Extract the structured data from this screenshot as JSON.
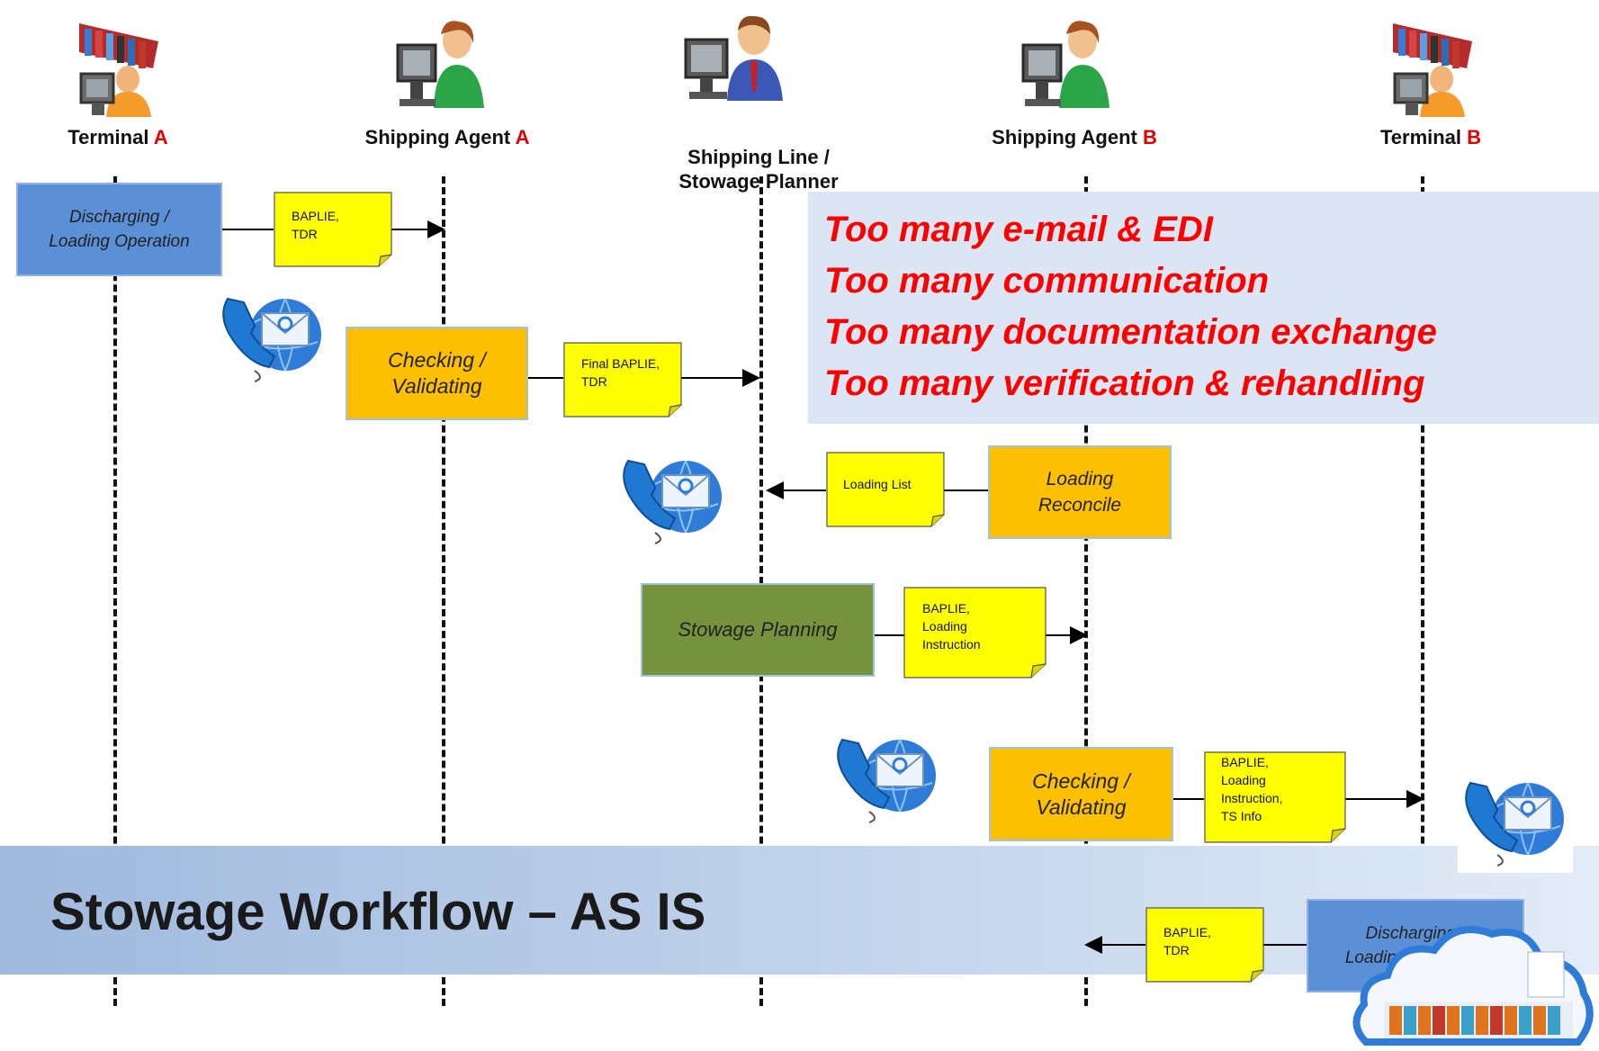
{
  "actors": [
    {
      "id": "terminal-a",
      "name": "Terminal ",
      "suffix": "A"
    },
    {
      "id": "shipping-agent-a",
      "name": "Shipping Agent ",
      "suffix": "A"
    },
    {
      "id": "shipping-line",
      "name": "Shipping Line /\nStowage Planner",
      "suffix": ""
    },
    {
      "id": "shipping-agent-b",
      "name": "Shipping Agent ",
      "suffix": "B"
    },
    {
      "id": "terminal-b",
      "name": "Terminal ",
      "suffix": "B"
    }
  ],
  "banner": {
    "lines": [
      "Too many e-mail & EDI",
      "Too many communication",
      "Too many documentation exchange",
      "Too many verification & rehandling"
    ]
  },
  "boxes": {
    "discharging_a": "Discharging /\nLoading Operation",
    "checking_a": "Checking /\nValidating",
    "loading_reconcile": "Loading\nReconcile",
    "stowage_planning": "Stowage Planning",
    "checking_b": "Checking /\nValidating",
    "discharging_b": "Discharging /\nLoading Operation"
  },
  "notes": {
    "n1": "BAPLIE,\nTDR",
    "n2": "Final BAPLIE,\nTDR",
    "n3": "Loading List",
    "n4": "BAPLIE,\nLoading\nInstruction",
    "n5": "BAPLIE,\nLoading\nInstruction,\nTS Info",
    "n6": "BAPLIE,\nTDR"
  },
  "title": "Stowage Workflow – AS IS",
  "colors": {
    "blue_box": "#5b8fd6",
    "orange_box": "#fcc000",
    "green_box": "#76923c",
    "note": "#ffff00",
    "highlight_text": "#ff0000",
    "banner": "#dbe5f3"
  }
}
